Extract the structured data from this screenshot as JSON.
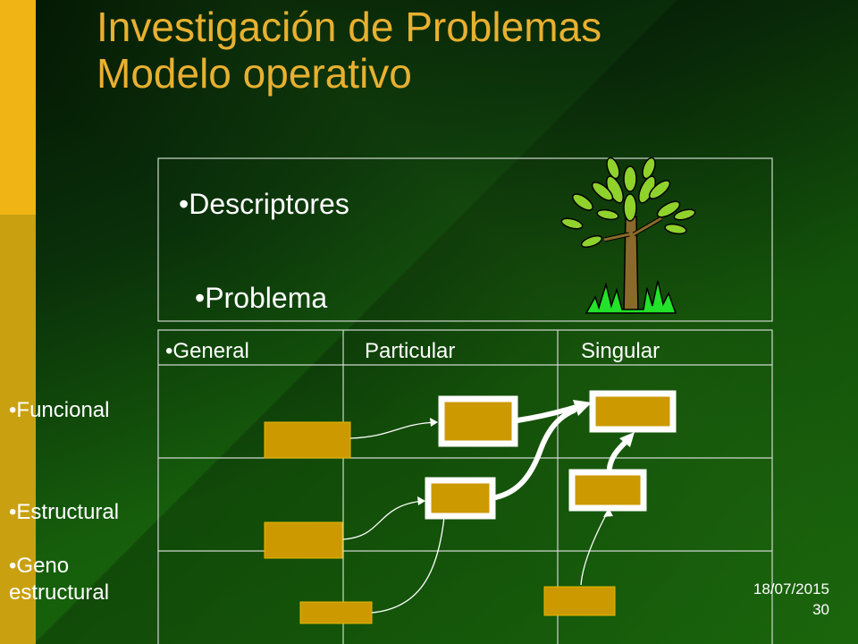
{
  "title": {
    "line1": "Investigación de Problemas",
    "line2": "Modelo operativo"
  },
  "top_box": {
    "descriptores": "•Descriptores",
    "problema": "•Problema"
  },
  "columns": [
    "•General",
    "Particular",
    "Singular"
  ],
  "rows": [
    "•Funcional",
    "•Estructural",
    "•Geno estructural"
  ],
  "footer": {
    "date": "18/07/2015",
    "page": "30"
  },
  "colors": {
    "accent_band": "#f0b414",
    "title_text": "#e8b030",
    "block_fill": "#cc9900",
    "block_border": "#ffffff"
  },
  "icons": [
    "tree-icon"
  ]
}
